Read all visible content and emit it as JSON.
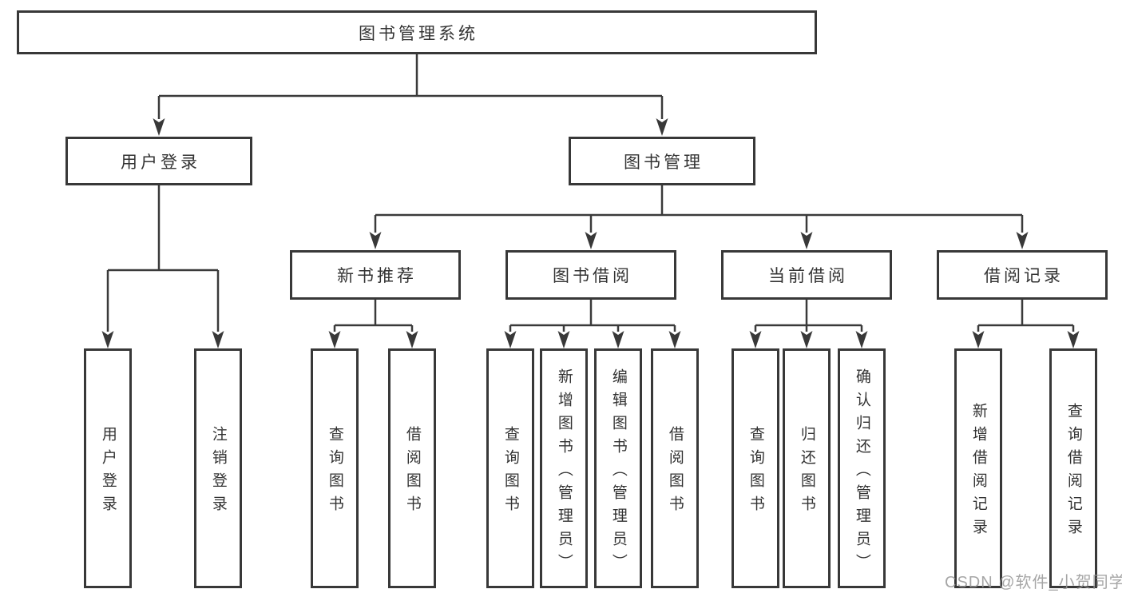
{
  "watermark": "CSDN @软件_小贺同学",
  "root": {
    "label": "图书管理系统",
    "children": [
      {
        "label": "用户登录",
        "children": [
          {
            "label": "用户登录"
          },
          {
            "label": "注销登录"
          }
        ]
      },
      {
        "label": "图书管理",
        "children": [
          {
            "label": "新书推荐",
            "children": [
              {
                "label": "查询图书"
              },
              {
                "label": "借阅图书"
              }
            ]
          },
          {
            "label": "图书借阅",
            "children": [
              {
                "label": "查询图书"
              },
              {
                "label": "新增图书（管理员）"
              },
              {
                "label": "编辑图书（管理员）"
              },
              {
                "label": "借阅图书"
              }
            ]
          },
          {
            "label": "当前借阅",
            "children": [
              {
                "label": "查询图书"
              },
              {
                "label": "归还图书"
              },
              {
                "label": "确认归还（管理员）"
              }
            ]
          },
          {
            "label": "借阅记录",
            "children": [
              {
                "label": "新增借阅记录"
              },
              {
                "label": "查询借阅记录"
              }
            ]
          }
        ]
      }
    ]
  }
}
